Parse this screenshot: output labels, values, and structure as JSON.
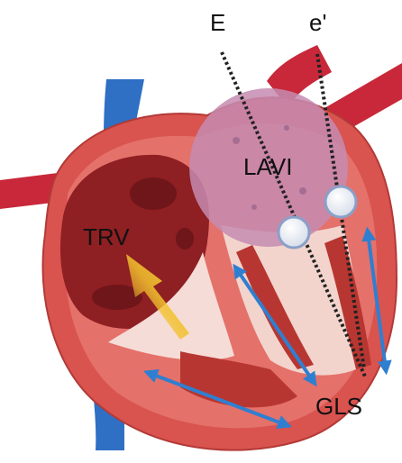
{
  "labels": {
    "e": "E",
    "e_prime": "e'",
    "lavi": "LAVI",
    "trv": "TRV",
    "gls": "GLS"
  },
  "colors": {
    "vein": "#2f6fc4",
    "artery": "#c8283a",
    "myocardium": "#d9534f",
    "chamber_dark": "#8e1f22",
    "left_atrium_overlay": "#c58bb0",
    "arrow_blue": "#2f7fd1",
    "arrow_yellow": "#f2c12e",
    "dotted_line": "#222222"
  },
  "icons": [
    "dotted-line-e",
    "dotted-line-e-prime",
    "valve-circle",
    "double-headed-arrow",
    "flow-arrow"
  ]
}
